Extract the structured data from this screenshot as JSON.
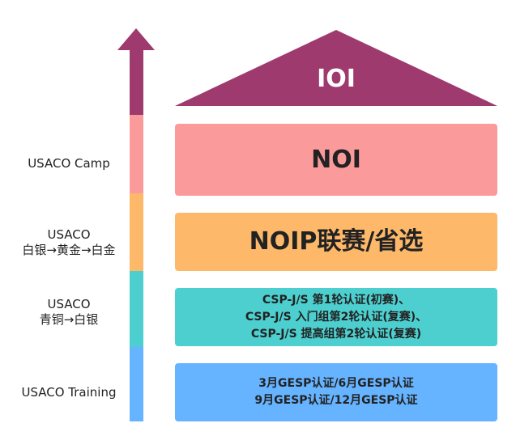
{
  "levels": [
    {
      "name": "IOI",
      "color": "#9e3a6e"
    },
    {
      "name": "NOI",
      "color": "#fb9a9b",
      "left_label": "USACO Camp"
    },
    {
      "name": "NOIP联赛/省选",
      "color": "#fdb86a",
      "left_label_lines": [
        "USACO",
        "白银→黄金→白金"
      ]
    },
    {
      "lines": [
        "CSP-J/S 第1轮认证(初赛)、",
        "CSP-J/S 入门组第2轮认证(复赛)、",
        "CSP-J/S 提高组第2轮认证(复赛)"
      ],
      "color": "#4dcfcf",
      "left_label_lines": [
        "USACO",
        "青铜→白银"
      ]
    },
    {
      "lines": [
        "3月GESP认证/6月GESP认证",
        "9月GESP认证/12月GESP认证"
      ],
      "color": "#66b3ff",
      "left_label": "USACO Training"
    }
  ]
}
